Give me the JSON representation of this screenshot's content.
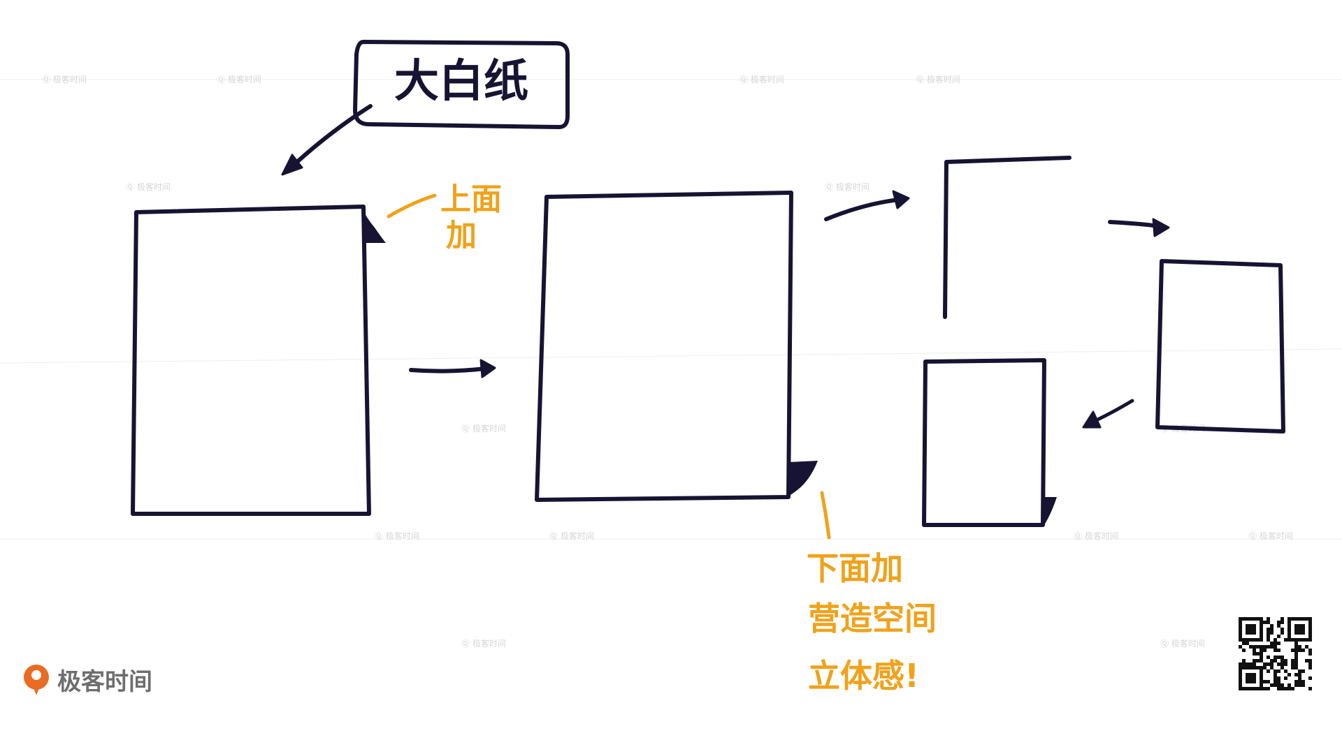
{
  "callout": {
    "label": "大白纸"
  },
  "annotations": {
    "top": [
      "上面",
      "加"
    ],
    "bottom": [
      "下面加",
      "营造空间",
      "立体感!"
    ]
  },
  "watermark": {
    "text": "极客时间"
  },
  "brand": {
    "name": "极客时间"
  },
  "colors": {
    "ink": "#161432",
    "accent": "#f0a21a",
    "watermark": "#d6d6d6",
    "brand_orange": "#ea6b22",
    "brand_text": "#6e6e6e"
  },
  "icons": [
    "geektime-logo-icon",
    "qr-code-icon"
  ]
}
